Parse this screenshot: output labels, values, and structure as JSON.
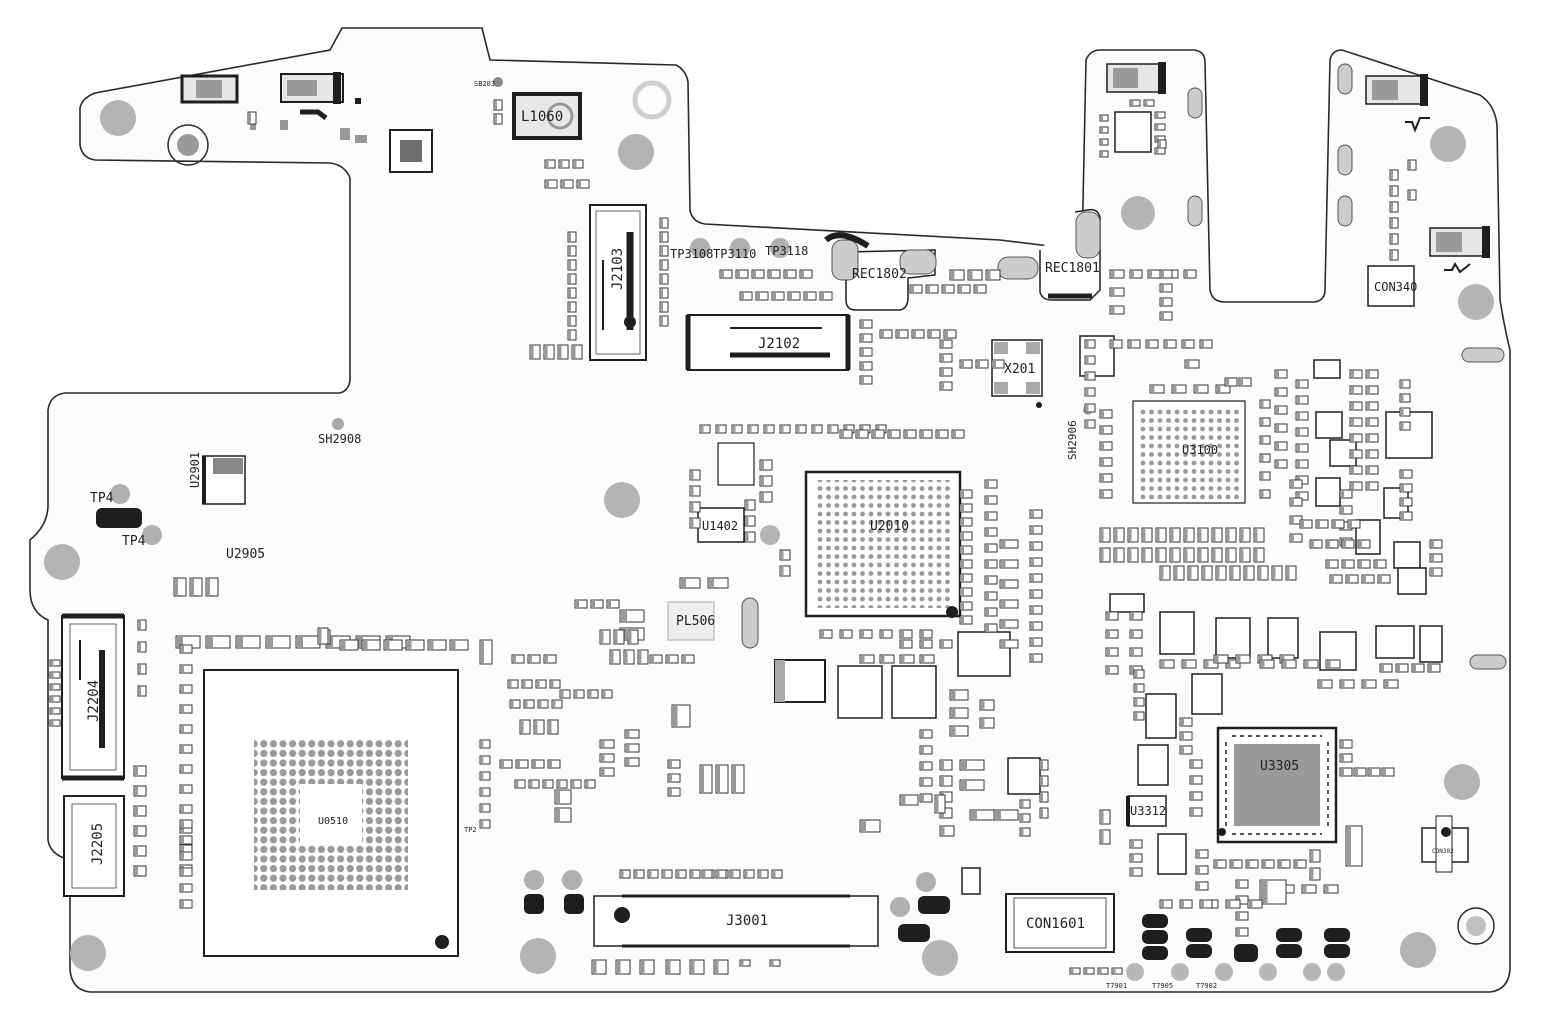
{
  "title": "",
  "colors": {
    "background": "#ffffff",
    "outline": "#2a2a2a",
    "pad": "#a8a8a8",
    "hole": "#b0b0b0",
    "body": "#1e1e1e"
  },
  "components": {
    "L1060": "L1060",
    "SB203": "SB203",
    "J2103": "J2103",
    "J2102": "J2102",
    "TP3108": "TP3108",
    "TP3110": "TP3110",
    "TP3118": "TP3118",
    "REC1802": "REC1802",
    "REC1801": "REC1801",
    "X201": "X201",
    "CON340": "CON340",
    "SH2908": "SH2908",
    "SH2906": "SH2906",
    "U2901": "U2901",
    "TP4": "TP4",
    "TP4b": "TP4",
    "U2905": "U2905",
    "U1402": "U1402",
    "U2010": "U2010",
    "U3100": "U3100",
    "PL506": "PL506",
    "J2204": "J2204",
    "J2205": "J2205",
    "U0510": "U0510",
    "J3001": "J3001",
    "CON1601": "CON1601",
    "U3305": "U3305",
    "U3312": "U3312",
    "CON302": "CON302",
    "TP2": "TP2",
    "T7901": "T7901",
    "T7905": "T7905",
    "T7902": "T7902"
  }
}
